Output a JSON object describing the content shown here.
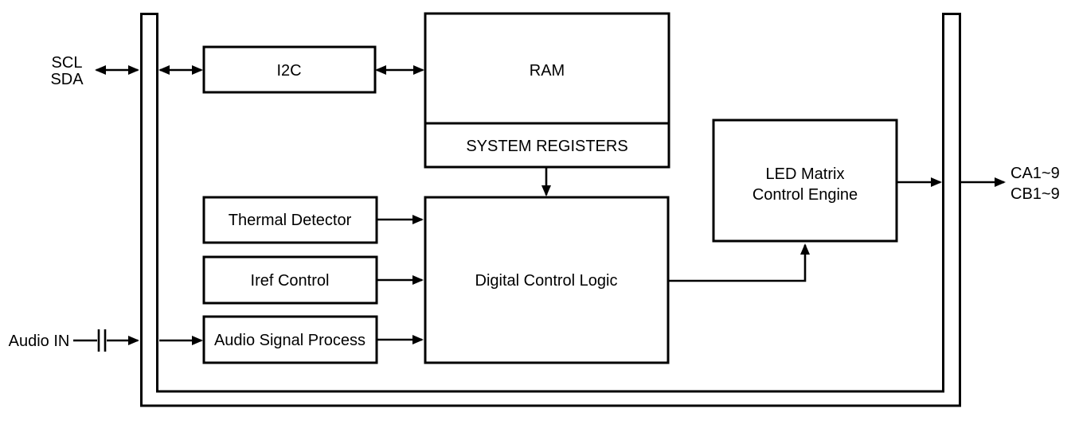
{
  "diagram": {
    "type": "ic-functional-block-diagram",
    "colors": {
      "background": "#ffffff",
      "line": "#000000",
      "text": "#000000"
    },
    "blocks": {
      "i2c": {
        "label": "I2C"
      },
      "ram": {
        "label": "RAM"
      },
      "system_registers": {
        "label": "SYSTEM REGISTERS"
      },
      "thermal_detector": {
        "label": "Thermal Detector"
      },
      "iref_control": {
        "label": "Iref Control"
      },
      "audio_signal_process": {
        "label": "Audio Signal Process"
      },
      "digital_control_logic": {
        "label": "Digital Control Logic"
      },
      "led_matrix_control_engine": {
        "label_line1": "LED Matrix",
        "label_line2": "Control Engine"
      }
    },
    "external_pins": {
      "scl": {
        "label": "SCL"
      },
      "sda": {
        "label": "SDA"
      },
      "audio_in": {
        "label": "Audio IN"
      },
      "ca": {
        "label": "CA1~9"
      },
      "cb": {
        "label": "CB1~9"
      }
    }
  }
}
